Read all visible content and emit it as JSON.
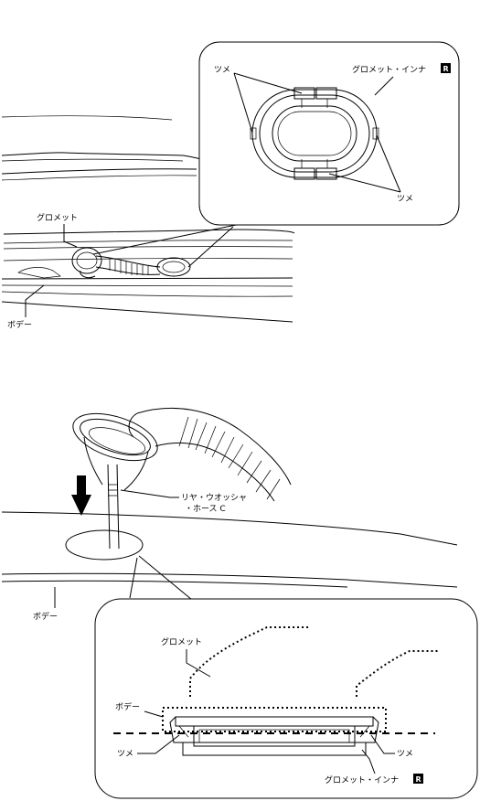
{
  "top_figure": {
    "callout_labels": {
      "claw_left": "ツメ",
      "grommet_inner": "グロメット・インナ",
      "grommet_inner_badge": "R",
      "claw_right": "ツメ"
    },
    "main_labels": {
      "grommet": "グロメット",
      "body": "ボデー"
    }
  },
  "bottom_figure": {
    "hose_label_line1": "リヤ・ウオッシャ",
    "hose_label_line2": "・ホース C",
    "body": "ボデー",
    "callout_labels": {
      "grommet": "グロメット",
      "body": "ボデー",
      "claw_left": "ツメ",
      "claw_right": "ツメ",
      "grommet_inner": "グロメット・インナ",
      "grommet_inner_badge": "R"
    }
  }
}
